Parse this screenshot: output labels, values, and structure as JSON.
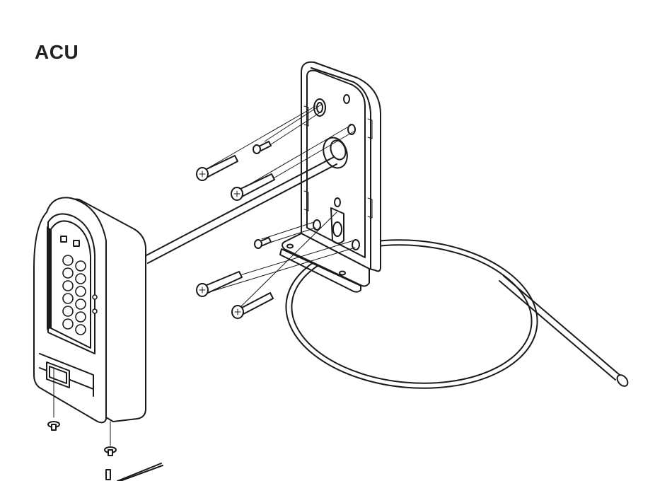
{
  "diagram": {
    "title": "ACU"
  },
  "parts": {
    "keypad": "keypad-unit",
    "bracket": "wall-mounting-bracket",
    "cable": "coiled-cable",
    "long_screws": 4,
    "short_screws": 2,
    "bottom_screws": 2
  }
}
